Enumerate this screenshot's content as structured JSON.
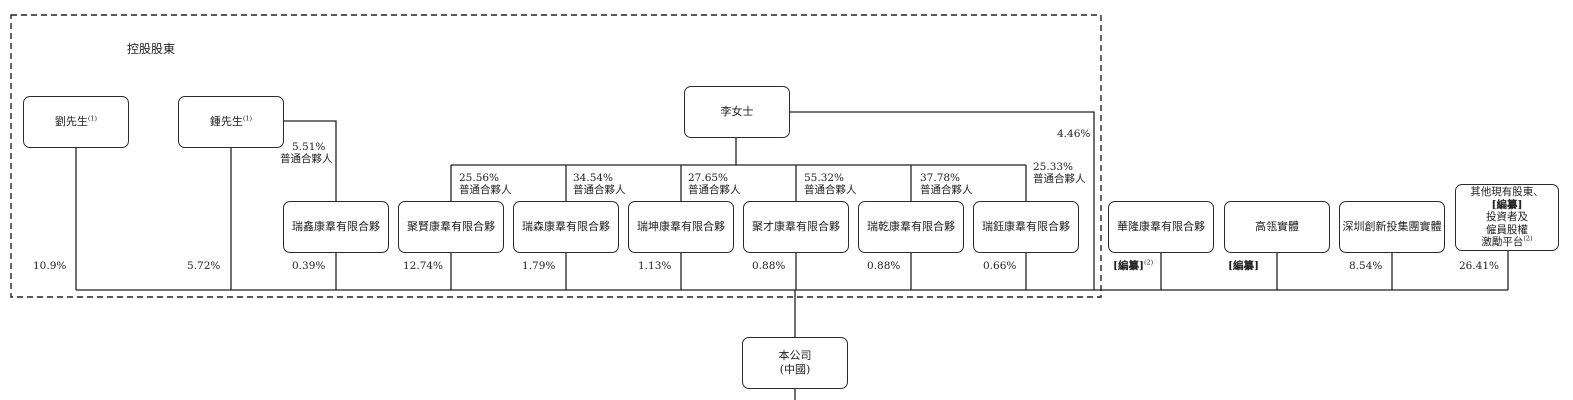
{
  "group_title": "控股股東",
  "boxes": {
    "liu": {
      "name": "劉先生",
      "note": "(1)"
    },
    "zhong": {
      "name": "鍾先生",
      "note": "(1)"
    },
    "li": {
      "name": "李女士"
    },
    "ruixin": {
      "name": "瑞鑫康羣有限合夥"
    },
    "juxian": {
      "name": "聚賢康羣有限合夥"
    },
    "ruisen": {
      "name": "瑞森康羣有限合夥"
    },
    "ruikun": {
      "name": "瑞坤康羣有限合夥"
    },
    "jucai": {
      "name": "聚才康羣有限合夥"
    },
    "ruiqian": {
      "name": "瑞乾康羣有限合夥"
    },
    "ruiyu": {
      "name": "瑞鈺康羣有限合夥"
    },
    "hualong": {
      "name": "華隆康羣有限合夥"
    },
    "gaozhi": {
      "name": "高瓴實體"
    },
    "shenzhen": {
      "name": "深圳創新投集團實體"
    },
    "others": {
      "line1": "其他現有股東、",
      "line2": "[編纂]",
      "line3": "投資者及",
      "line4": "僱員股權",
      "line5": "激勵平台",
      "note": "(2)"
    },
    "company": {
      "line1": "本公司",
      "line2": "(中國)"
    }
  },
  "gp_label": "普通合夥人",
  "gp_pcts": {
    "ruixin": "5.51%",
    "juxian": "25.56%",
    "ruisen": "34.54%",
    "ruikun": "27.65%",
    "jucai": "55.32%",
    "ruiqian": "37.78%",
    "ruiyu": "25.33%"
  },
  "li_direct_pct": "4.46%",
  "company_pcts": {
    "liu": "10.9%",
    "zhong": "5.72%",
    "ruixin": "0.39%",
    "juxian": "12.74%",
    "ruisen": "1.79%",
    "ruikun": "1.13%",
    "jucai": "0.88%",
    "ruiqian": "0.88%",
    "ruiyu": "0.66%",
    "hualong": "[編纂]",
    "hualong_note": "(2)",
    "gaozhi": "[編纂]",
    "shenzhen": "8.54%",
    "others": "26.41%"
  }
}
